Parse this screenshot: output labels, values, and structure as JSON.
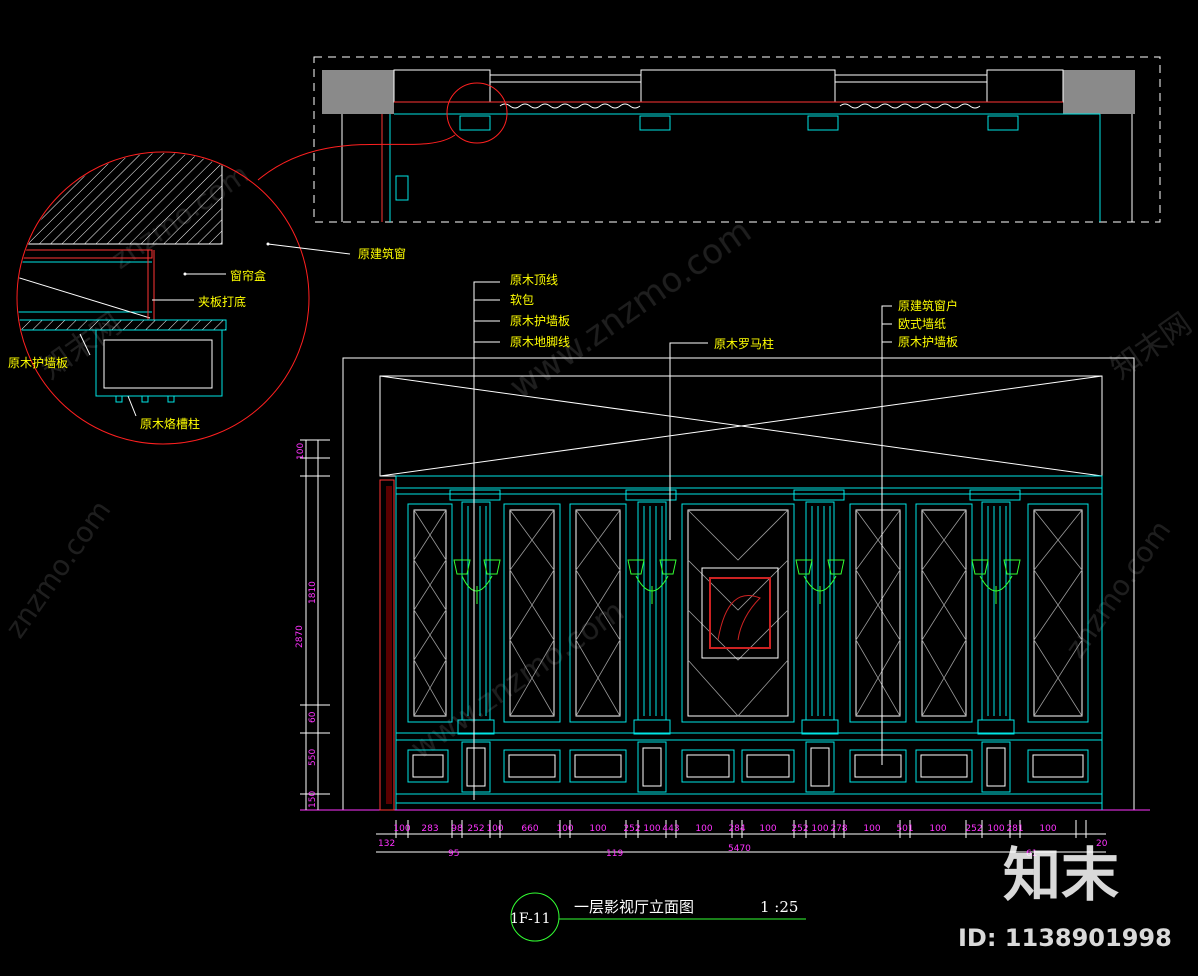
{
  "drawing": {
    "title": "一层影视厅立面图",
    "scale": "1 :25",
    "code": "1F-11"
  },
  "labels": {
    "detail_window": "原建筑窗",
    "curtain_box": "窗帘盒",
    "plywood_base": "夹板打底",
    "detail_wainscot": "原木护墙板",
    "fluted_column": "原木烙槽柱",
    "crown_molding": "原木顶线",
    "soft_pack": "软包",
    "wainscot": "原木护墙板",
    "skirting": "原木地脚线",
    "roman_column": "原木罗马柱",
    "orig_window": "原建筑窗户",
    "euro_wallpaper": "欧式墙纸",
    "wainscot_right": "原木护墙板"
  },
  "vertical_dims": [
    "100",
    "1810",
    "2870",
    "60",
    "550",
    "150"
  ],
  "horizontal_dims": [
    "100",
    "283",
    "98",
    "252",
    "100",
    "660",
    "100",
    "100",
    "252",
    "100",
    "443",
    "100",
    "284",
    "100",
    "252",
    "100",
    "278",
    "100",
    "501",
    "100",
    "252",
    "100",
    "281",
    "100"
  ],
  "overall_dims": [
    "132",
    "95",
    "119",
    "5470",
    "61",
    "20"
  ],
  "watermark": {
    "brand": "知末",
    "id": "ID: 1138901998",
    "url": "www.znzmo.com",
    "url2": "znzmo.com",
    "cn": "知末网"
  },
  "colors": {
    "background": "#000000",
    "panel_lines": "#00e5e5",
    "leader": "#ffffff",
    "labels": "#ffff00",
    "dimensions": "#ff33ff",
    "detail_circle": "#ff2020",
    "lamp": "#33ff33",
    "painting": "#cc2222"
  }
}
